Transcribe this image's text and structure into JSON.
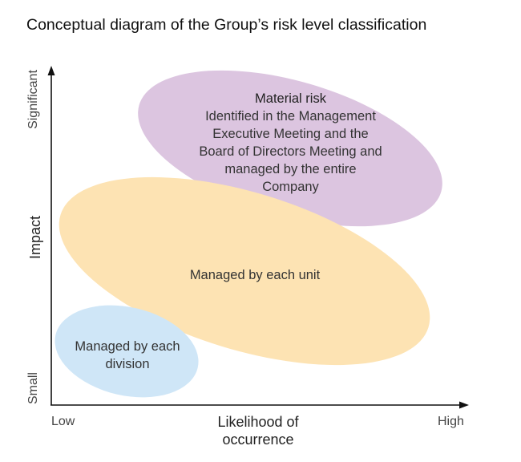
{
  "title": "Conceptual diagram of the Group’s risk level classification",
  "axes": {
    "y_label": "Impact",
    "y_tick_high": "Significant",
    "y_tick_low": "Small",
    "x_label_lines": [
      "Likelihood of",
      "occurrence"
    ],
    "x_tick_low": "Low",
    "x_tick_high": "High"
  },
  "regions": {
    "material": {
      "heading": "Material risk",
      "lines": [
        "Identified in the Management",
        "Executive Meeting and the",
        "Board of Directors Meeting and",
        "managed by the entire",
        "Company"
      ],
      "color": "#dcc5e0"
    },
    "unit": {
      "lines": [
        "Managed by each unit"
      ],
      "color": "#fde3b3"
    },
    "division": {
      "lines": [
        "Managed by each",
        "division"
      ],
      "color": "#cfe6f7"
    }
  },
  "colors": {
    "axis": "#111111"
  }
}
